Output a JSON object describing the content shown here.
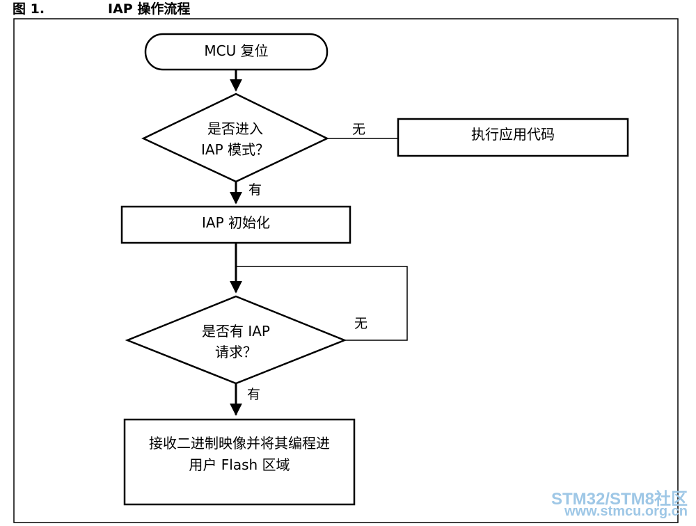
{
  "figure": {
    "number": "图 1.",
    "title": "IAP 操作流程"
  },
  "nodes": {
    "mcu_reset": "MCU 复位",
    "enter_iap_q": [
      "是否进入",
      "IAP 模式？"
    ],
    "run_app_code": "执行应用代码",
    "iap_init": "IAP 初始化",
    "iap_request_q": [
      "是否有 IAP",
      "请求？"
    ],
    "receive_program": [
      "接收二进制映像并将其编程进",
      "用户 Flash 区域"
    ]
  },
  "edge_labels": {
    "enter_no": "无",
    "enter_yes": "有",
    "request_no": "无",
    "request_yes": "有"
  },
  "watermark": {
    "line1": "STM32/STM8社区",
    "line2": "www.stmcu.org.cn"
  }
}
